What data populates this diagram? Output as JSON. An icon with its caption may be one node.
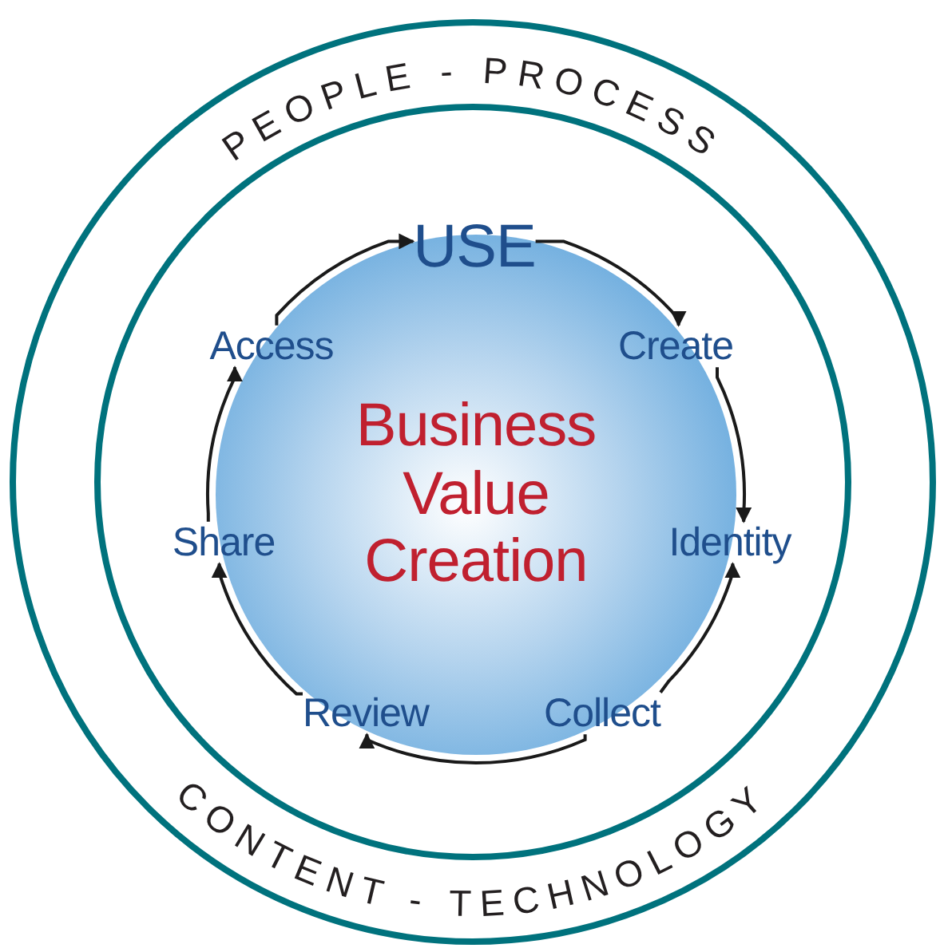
{
  "diagram": {
    "nodes": [
      {
        "text": [
          "PEOPLE - PROCESS",
          "CONTENT - TECHNOLOGY"
        ]
      },
      {
        "text": [
          "USE"
        ],
        "in": 0
      },
      {
        "text": [
          "Business Value Creation"
        ],
        "in": 0
      },
      {
        "text": [
          "Access"
        ],
        "in": 2
      },
      {
        "text": [
          "Create"
        ],
        "in": 2
      },
      {
        "text": [
          "Share"
        ],
        "in": 0
      },
      {
        "text": [
          "Identity"
        ],
        "in": 0
      },
      {
        "text": [
          "Review"
        ],
        "in": 2
      },
      {
        "text": [
          "Collect"
        ],
        "in": 2
      }
    ],
    "edges": [
      {
        "from": 3,
        "to": 1,
        "arrow": "to"
      },
      {
        "from": 1,
        "to": 4,
        "arrow": "to"
      },
      {
        "from": 4,
        "to": 6,
        "arrow": "to"
      },
      {
        "from": 8,
        "to": 6,
        "arrow": "to"
      },
      {
        "from": 8,
        "to": 7,
        "arrow": "to"
      },
      {
        "from": 7,
        "to": 5,
        "arrow": "to"
      },
      {
        "from": 5,
        "to": 3,
        "arrow": "to"
      }
    ]
  }
}
